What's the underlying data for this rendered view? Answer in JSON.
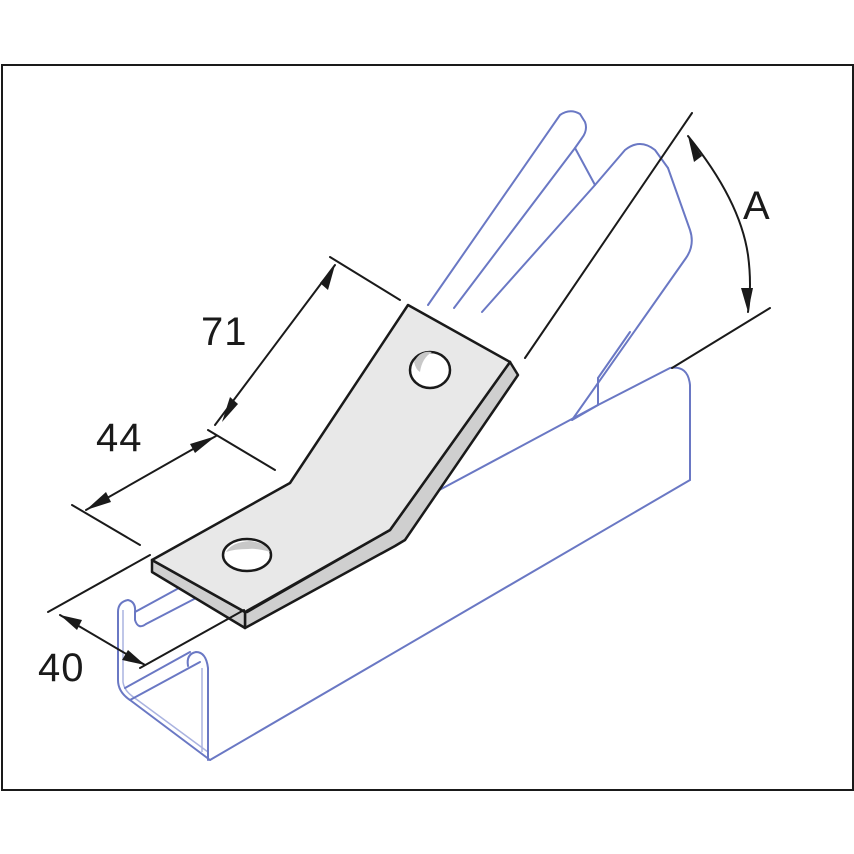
{
  "diagram": {
    "subject": "45-degree angled channel connecting plate with two holes on strut channel",
    "colors": {
      "frame_border": "#1a1a1a",
      "dimension_lines": "#1a1a1a",
      "channel_outline": "#6a78c4",
      "plate_face": "#e8e8e8",
      "plate_edge": "#cfcfcf",
      "background": "#ffffff"
    },
    "dimensions": {
      "length_upper": "71",
      "length_lower": "44",
      "width": "40",
      "angle": "A"
    },
    "components": [
      {
        "name": "base-channel",
        "description": "horizontal strut channel (blue outline)"
      },
      {
        "name": "angled-channel",
        "description": "strut channel rising at angle A (blue outline)"
      },
      {
        "name": "angle-plate",
        "description": "bent flat plate with two bolt holes"
      }
    ]
  }
}
